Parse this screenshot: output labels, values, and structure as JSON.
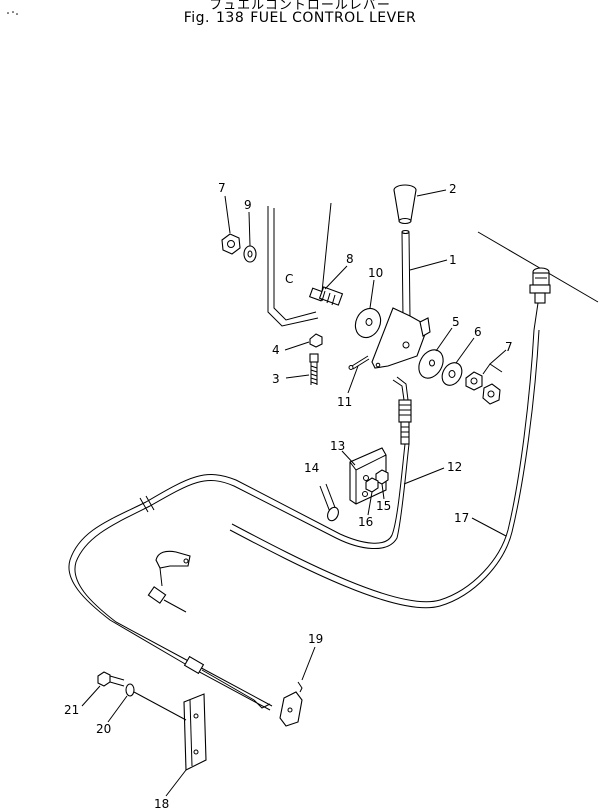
{
  "header": {
    "japanese_title": "フュエルコントロールレバー",
    "figure_label": "Fig.",
    "figure_number": "138",
    "figure_title": "FUEL CONTROL LEVER"
  },
  "callouts": {
    "c1": "1",
    "c2": "2",
    "c3": "3",
    "c4": "4",
    "c5": "5",
    "c6": "6",
    "c7a": "7",
    "c7b": "7",
    "c8": "8",
    "c9": "9",
    "c10": "10",
    "c11": "11",
    "c12": "12",
    "c13": "13",
    "c14": "14",
    "c15": "15",
    "c16": "16",
    "c17": "17",
    "c18": "18",
    "c19": "19",
    "c20": "20",
    "c21": "21"
  },
  "bracket_mark": "C"
}
